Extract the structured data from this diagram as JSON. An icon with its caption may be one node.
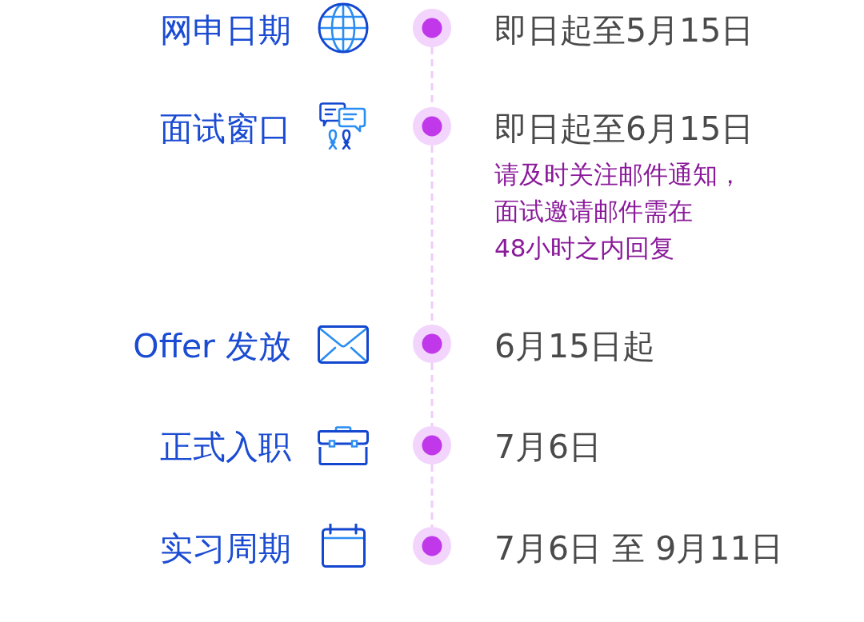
{
  "diagram": {
    "nodes": [
      {
        "text": [],
        "shape": "circle",
        "beside": [
          "即日起至5月15日"
        ]
      },
      {
        "text": [],
        "shape": "circle",
        "beside": [
          "即日起至6月15日",
          "请及时关注邮件通知，面试邀请邮件需在48小时之内回复"
        ]
      },
      {
        "text": [],
        "shape": "circle",
        "beside": [
          "6月15日起"
        ]
      },
      {
        "text": [],
        "shape": "circle",
        "beside": [
          "7月6日"
        ]
      },
      {
        "text": [],
        "shape": "circle",
        "beside": [
          "7月6日 至 9月11日"
        ]
      }
    ],
    "edges": [
      {
        "from": 0,
        "to": 1,
        "arrow": "none",
        "style": "dashed"
      },
      {
        "from": 1,
        "to": 2,
        "arrow": "none",
        "style": "dashed"
      },
      {
        "from": 2,
        "to": 3,
        "arrow": "none",
        "style": "dashed"
      },
      {
        "from": 3,
        "to": 4,
        "arrow": "none",
        "style": "dashed"
      }
    ],
    "labels": [
      "网申日期",
      "面试窗口",
      "Offer 发放",
      "正式入职",
      "实习周期"
    ]
  }
}
